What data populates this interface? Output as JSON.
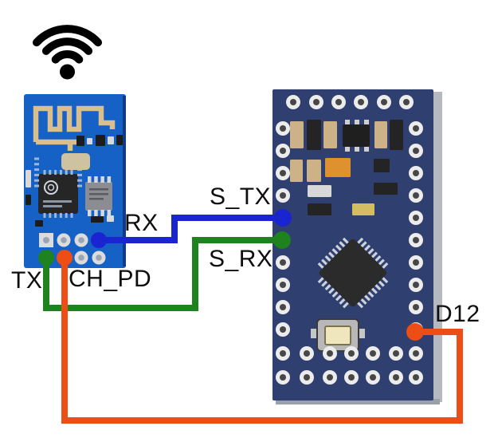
{
  "labels": {
    "rx": "RX",
    "s_tx": "S_TX",
    "s_rx": "S_RX",
    "tx": "TX",
    "ch_pd": "CH_PD",
    "d12": "D12"
  },
  "wire_colors": {
    "blue": "#1a24d0",
    "green": "#1e821e",
    "orange": "#ee4d15"
  },
  "icon_colors": {
    "wifi": "#000000"
  },
  "board_colors": {
    "esp_pcb": "#1661c6",
    "pro_mini_pcb": "#2e3f70",
    "antenna_gold": "#d8bf8d"
  },
  "connections": [
    {
      "wire": "blue",
      "from": "RX",
      "to": "S_TX"
    },
    {
      "wire": "green",
      "from": "TX",
      "to": "S_RX"
    },
    {
      "wire": "orange",
      "from": "CH_PD",
      "to": "D12"
    }
  ]
}
